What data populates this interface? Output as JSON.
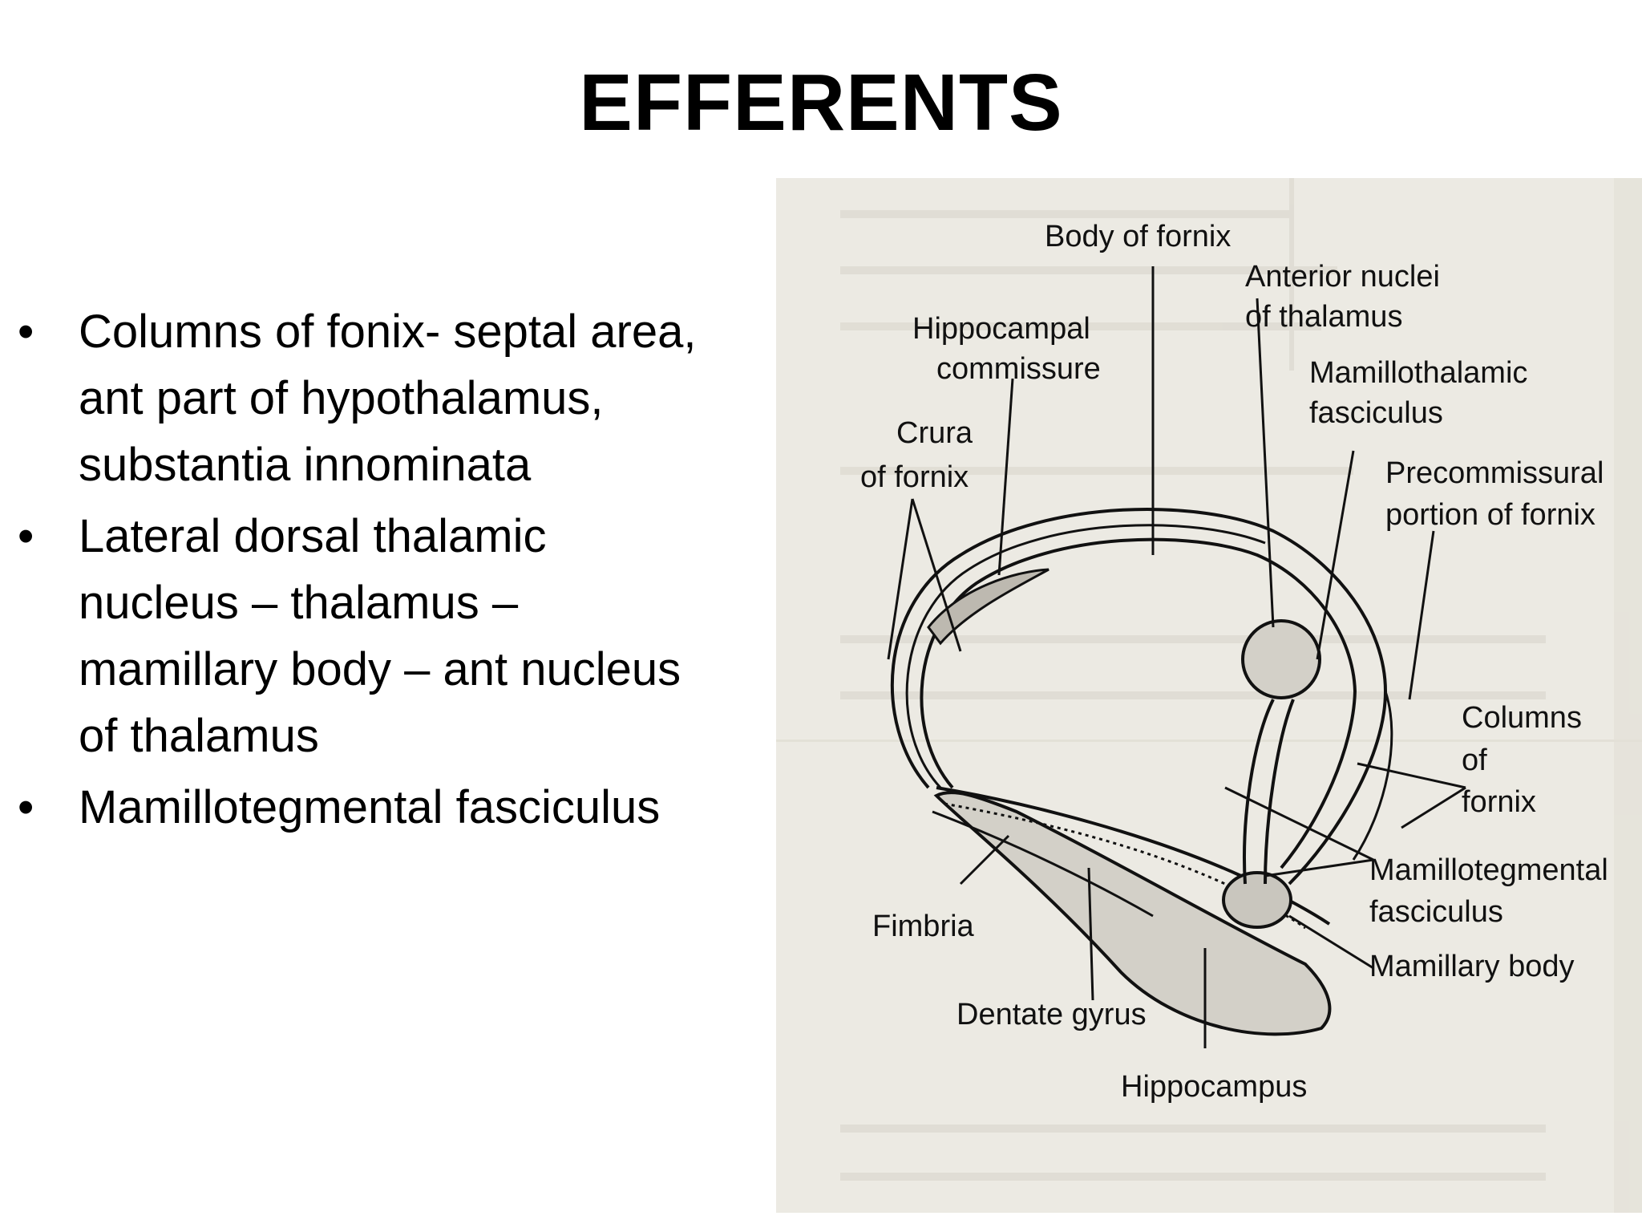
{
  "title": "EFFERENTS",
  "bullets": [
    "Columns of fonix- septal area, ant part of hypothalamus, substantia innominata",
    "Lateral dorsal thalamic nucleus – thalamus – mamillary body – ant nucleus of thalamus",
    "Mamillotegmental fasciculus"
  ],
  "figure": {
    "labels": {
      "body_of_fornix": "Body of fornix",
      "anterior_nuclei": [
        "Anterior nuclei",
        "of thalamus"
      ],
      "hippocampal_commissure": [
        "Hippocampal",
        "commissure"
      ],
      "mamillothalamic": [
        "Mamillothalamic",
        "fasciculus"
      ],
      "crura_of_fornix": [
        "Crura",
        "of fornix"
      ],
      "precommissural": [
        "Precommissural",
        "portion of fornix"
      ],
      "columns_of_fornix": [
        "Columns",
        "of",
        "fornix"
      ],
      "mamillotegmental": [
        "Mamillotegmental",
        "fasciculus"
      ],
      "fimbria": "Fimbria",
      "mamillary_body": "Mamillary body",
      "dentate_gyrus": "Dentate gyrus",
      "hippocampus": "Hippocampus"
    }
  }
}
